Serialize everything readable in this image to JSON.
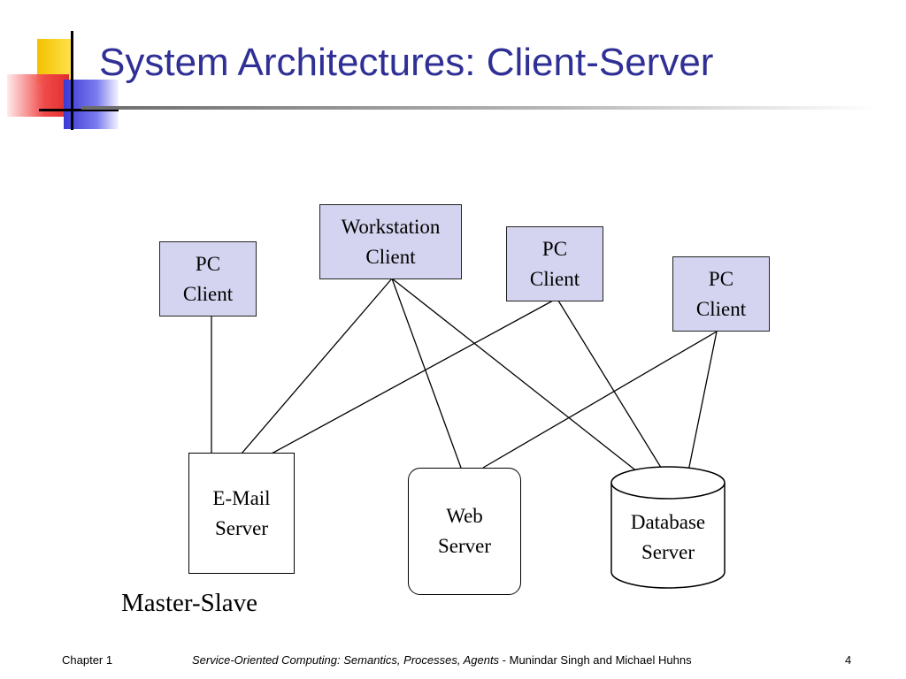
{
  "slide": {
    "title": "System Architectures: Client-Server",
    "caption": "Master-Slave"
  },
  "diagram": {
    "clients": [
      {
        "id": "pc1",
        "line1": "PC",
        "line2": "Client"
      },
      {
        "id": "workstation",
        "line1": "Workstation",
        "line2": "Client"
      },
      {
        "id": "pc2",
        "line1": "PC",
        "line2": "Client"
      },
      {
        "id": "pc3",
        "line1": "PC",
        "line2": "Client"
      }
    ],
    "servers": [
      {
        "id": "email",
        "line1": "E-Mail",
        "line2": "Server"
      },
      {
        "id": "web",
        "line1": "Web",
        "line2": "Server"
      },
      {
        "id": "database",
        "line1": "Database",
        "line2": "Server"
      }
    ],
    "connections": [
      [
        "pc1",
        "email"
      ],
      [
        "workstation",
        "email"
      ],
      [
        "workstation",
        "web"
      ],
      [
        "workstation",
        "database"
      ],
      [
        "pc2",
        "email"
      ],
      [
        "pc2",
        "database"
      ],
      [
        "pc3",
        "web"
      ],
      [
        "pc3",
        "database"
      ]
    ]
  },
  "footer": {
    "chapter": "Chapter 1",
    "book_title": "Service-Oriented Computing: Semantics, Processes, Agents",
    "authors": " - Munindar Singh and Michael Huhns",
    "page_number": "4"
  }
}
